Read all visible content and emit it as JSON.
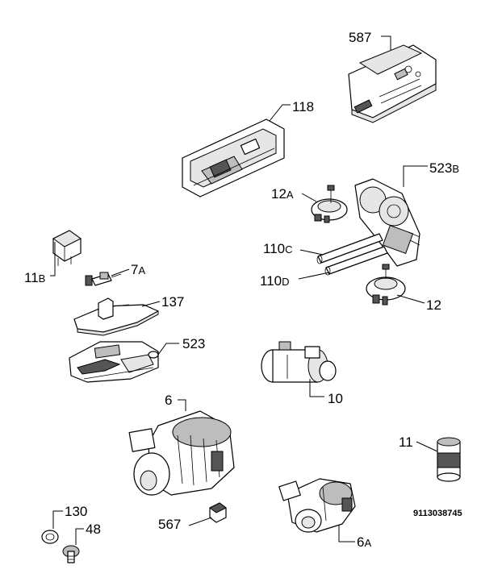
{
  "callouts": {
    "c587": {
      "num": "587",
      "sub": ""
    },
    "c118": {
      "num": "118",
      "sub": ""
    },
    "c523b": {
      "num": "523",
      "sub": "B"
    },
    "c12a": {
      "num": "12",
      "sub": "A"
    },
    "c110c": {
      "num": "110",
      "sub": "C"
    },
    "c110d": {
      "num": "110",
      "sub": "D"
    },
    "c12": {
      "num": "12",
      "sub": ""
    },
    "c11b": {
      "num": "11",
      "sub": "B"
    },
    "c7a": {
      "num": "7",
      "sub": "A"
    },
    "c137": {
      "num": "137",
      "sub": ""
    },
    "c523": {
      "num": "523",
      "sub": ""
    },
    "c10": {
      "num": "10",
      "sub": ""
    },
    "c6": {
      "num": "6",
      "sub": ""
    },
    "c11": {
      "num": "11",
      "sub": ""
    },
    "c130": {
      "num": "130",
      "sub": ""
    },
    "c48": {
      "num": "48",
      "sub": ""
    },
    "c567": {
      "num": "567",
      "sub": ""
    },
    "c6a": {
      "num": "6",
      "sub": "A"
    }
  },
  "document_number": "9113038745"
}
